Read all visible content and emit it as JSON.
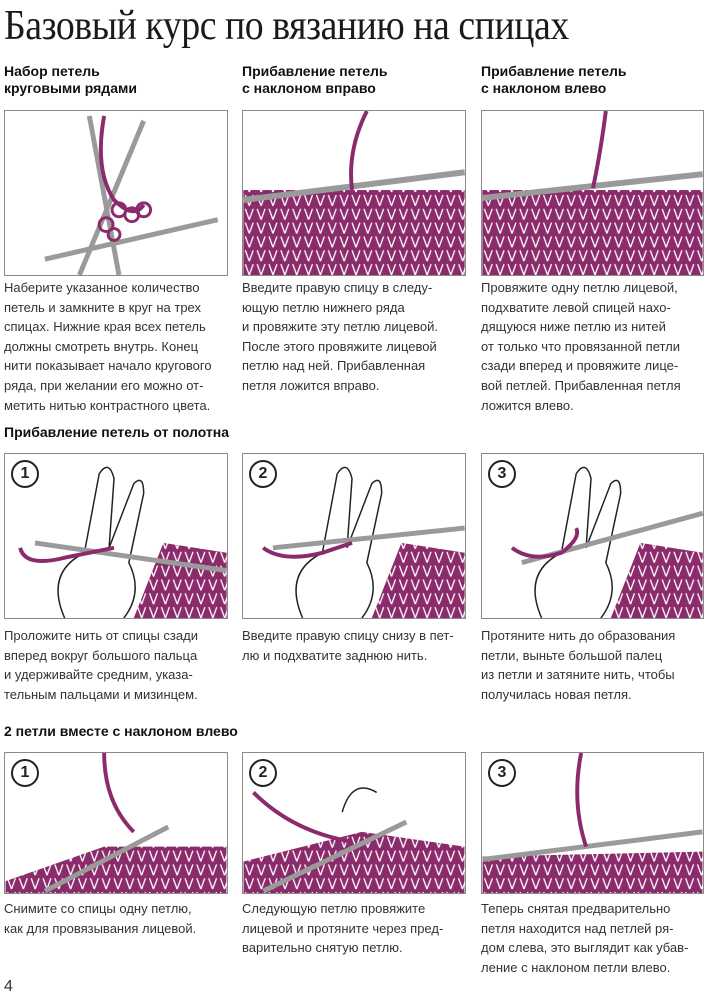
{
  "title": "Базовый курс по вязанию на спицах",
  "colors": {
    "yarn": "#8b2b6c",
    "needle": "#a0a0a0"
  },
  "section1": {
    "cols": [
      {
        "heading": [
          "Набор петель",
          "круговыми рядами"
        ],
        "text": [
          "Наберите указанное количество",
          "петель и замкните в круг на трех",
          "спицах. Нижние края всех петель",
          "должны смотреть внутрь. Конец",
          "нити показывает начало кругового",
          "ряда, при желании его можно от-",
          "метить нитью контрастного цвета."
        ]
      },
      {
        "heading": [
          "Прибавление петель",
          "с наклоном вправо"
        ],
        "text": [
          "Введите правую спицу в следу-",
          "ющую петлю нижнего ряда",
          "и провяжите эту петлю лицевой.",
          "После этого провяжите лицевой",
          "петлю над ней. Прибавленная",
          "петля ложится вправо."
        ]
      },
      {
        "heading": [
          "Прибавление петель",
          "с наклоном влево"
        ],
        "text": [
          "Провяжите одну петлю лицевой,",
          "подхватите левой спицей нахо-",
          "дящуюся ниже петлю из нитей",
          "от только что провязанной петли",
          "сзади вперед и провяжите лице-",
          "вой петлей. Прибавленная петля",
          "ложится влево."
        ]
      }
    ]
  },
  "section2": {
    "heading": "Прибавление петель от полотна",
    "cols": [
      {
        "step": "1",
        "text": [
          "Проложите нить от спицы сзади",
          "вперед вокруг большого пальца",
          "и удерживайте средним, указа-",
          "тельным пальцами и мизинцем."
        ]
      },
      {
        "step": "2",
        "text": [
          "Введите правую спицу снизу в пет-",
          "лю и подхватите заднюю нить."
        ]
      },
      {
        "step": "3",
        "text": [
          "Протяните нить до образования",
          "петли, выньте большой палец",
          "из петли и затяните нить, чтобы",
          "получилась новая петля."
        ]
      }
    ]
  },
  "section3": {
    "heading": "2 петли вместе с наклоном влево",
    "cols": [
      {
        "step": "1",
        "text": [
          "Снимите со спицы одну петлю,",
          "как для провязывания лицевой."
        ]
      },
      {
        "step": "2",
        "text": [
          "Следующую петлю провяжите",
          "лицевой и протяните через пред-",
          "варительно снятую петлю."
        ]
      },
      {
        "step": "3",
        "text": [
          "Теперь снятая предварительно",
          "петля находится над петлей ря-",
          "дом слева, это выглядит как убав-",
          "ление с наклоном петли влево."
        ]
      }
    ]
  },
  "page_number": "4"
}
